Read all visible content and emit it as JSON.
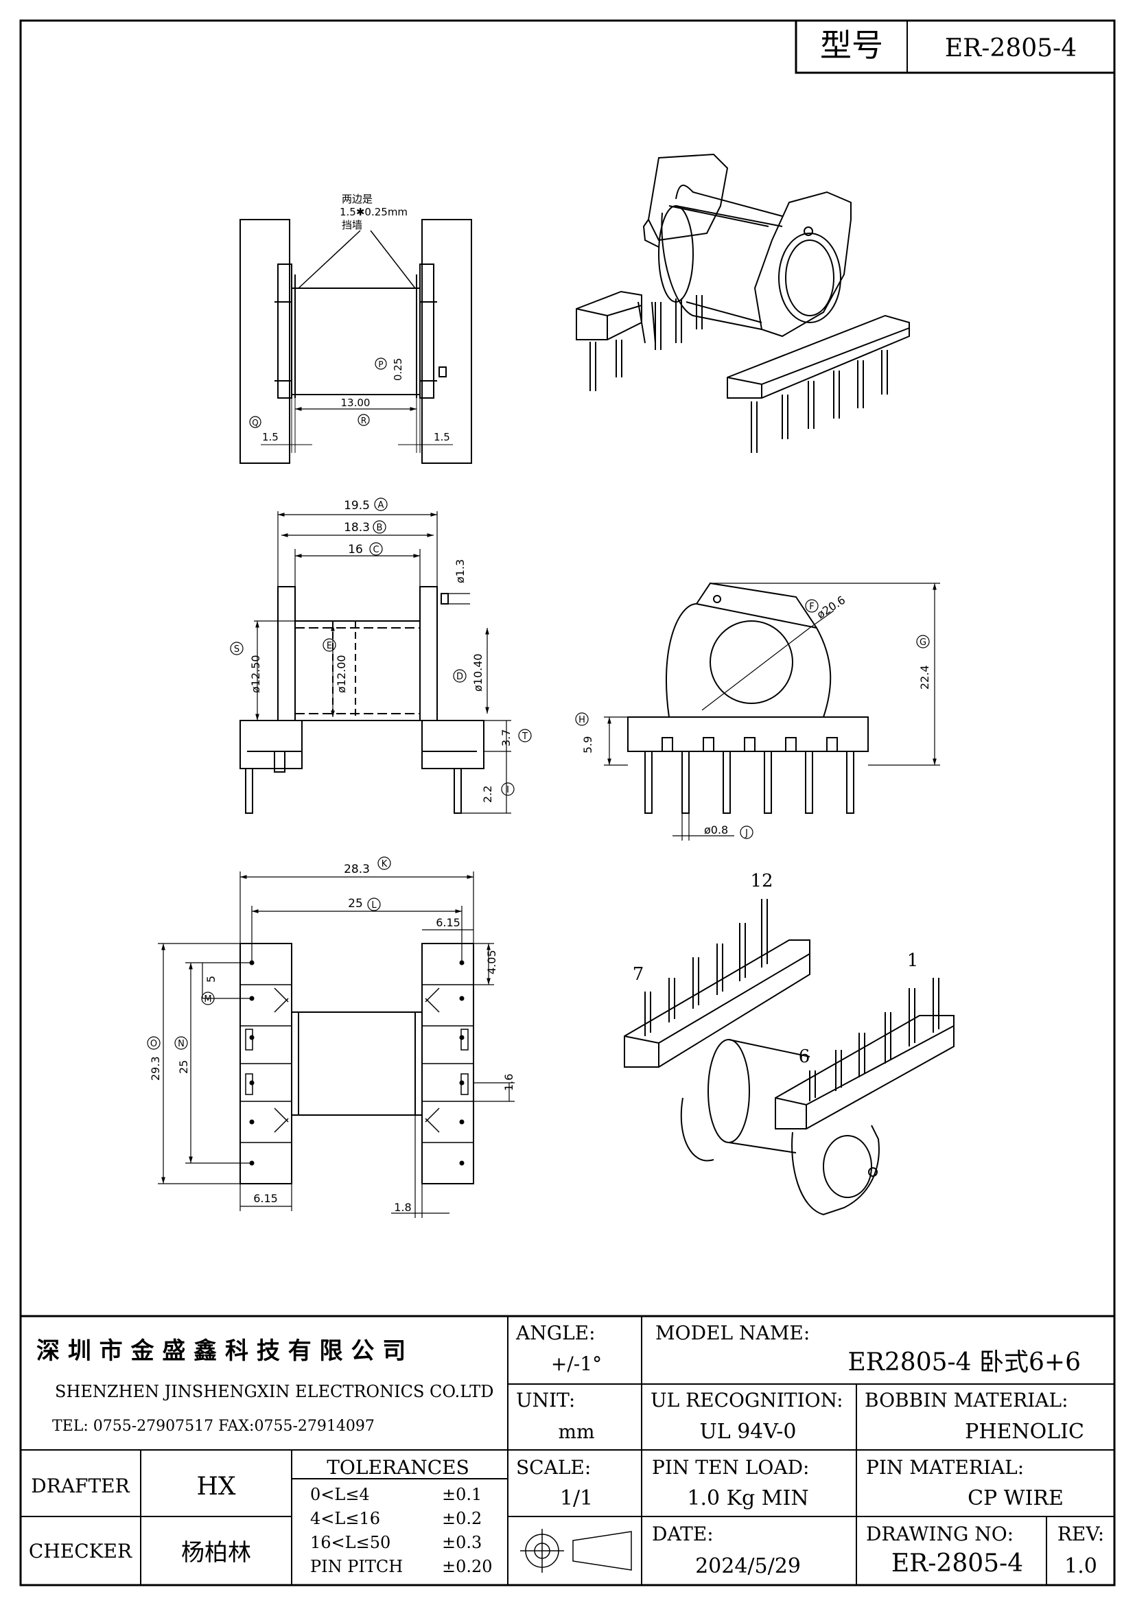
{
  "header": {
    "model_label": "型号",
    "model_value": "ER-2805-4"
  },
  "top_view": {
    "note_line1": "两边是",
    "note_line2": "1.5✱0.25mm",
    "note_line3": "挡墙",
    "dims": {
      "p_val": "0.25",
      "p_tag": "P",
      "r_val": "13.00",
      "r_tag": "R",
      "q_tag": "Q",
      "left_w": "1.5",
      "right_w": "1.5"
    }
  },
  "side_view": {
    "dims": {
      "a_val": "19.5",
      "a_tag": "A",
      "b_val": "18.3",
      "b_tag": "B",
      "c_val": "16",
      "c_tag": "C",
      "pin_d": "ø1.3",
      "s_val": "ø12.50",
      "s_tag": "S",
      "e_val": "ø12.00",
      "e_tag": "E",
      "d_val": "ø10.40",
      "d_tag": "D",
      "t_val": "3.7",
      "t_tag": "T",
      "i_val": "2.2",
      "i_tag": "I"
    }
  },
  "front_view": {
    "dims": {
      "f_val": "ø20.6",
      "f_tag": "F",
      "g_val": "22.4",
      "g_tag": "G",
      "h_val": "5.9",
      "h_tag": "H",
      "j_val": "ø0.8",
      "j_tag": "J"
    }
  },
  "bottom_view": {
    "dims": {
      "k_val": "28.3",
      "k_tag": "K",
      "l_val": "25",
      "l_tag": "L",
      "w615_top": "6.15",
      "v405": "4.05",
      "m_val": "5",
      "m_tag": "M",
      "o_val": "29.3",
      "o_tag": "O",
      "n_val": "25",
      "n_tag": "N",
      "v16": "1.6",
      "w615_bottom": "6.15",
      "v18": "1.8"
    }
  },
  "iso_bottom": {
    "pin_12": "12",
    "pin_7": "7",
    "pin_1": "1",
    "pin_6": "6"
  },
  "title_block": {
    "company_cn": "深 圳 市 金 盛 鑫 科 技 有 限 公 司",
    "company_en": "SHENZHEN JINSHENGXIN ELECTRONICS   CO.LTD",
    "contact": "TEL: 0755-27907517   FAX:0755-27914097",
    "angle_label": "ANGLE:",
    "angle_value": "+/-1°",
    "model_name_label": "MODEL NAME:",
    "model_name_value": "ER2805-4 卧式6+6",
    "unit_label": "UNIT:",
    "unit_value": "mm",
    "ul_label": "UL RECOGNITION:",
    "ul_value": "UL 94V-0",
    "bobbin_label": "BOBBIN MATERIAL:",
    "bobbin_value": "PHENOLIC",
    "drafter_label": "DRAFTER",
    "drafter_value": "HX",
    "tolerances_label": "TOLERANCES",
    "tolerances": [
      {
        "range": "0<L≤4",
        "tol": "±0.1"
      },
      {
        "range": "4<L≤16",
        "tol": "±0.2"
      },
      {
        "range": "16<L≤50",
        "tol": "±0.3"
      },
      {
        "range": "PIN PITCH",
        "tol": "±0.20"
      }
    ],
    "scale_label": "SCALE:",
    "scale_value": "1/1",
    "pin_load_label": "PIN TEN LOAD:",
    "pin_load_value": "1.0 Kg MIN",
    "pin_material_label": "PIN MATERIAL:",
    "pin_material_value": "CP WIRE",
    "checker_label": "CHECKER",
    "checker_value": "杨柏林",
    "date_label": "DATE:",
    "date_value": "2024/5/29",
    "drawing_no_label": "DRAWING NO:",
    "drawing_no_value": "ER-2805-4",
    "rev_label": "REV:",
    "rev_value": "1.0"
  }
}
